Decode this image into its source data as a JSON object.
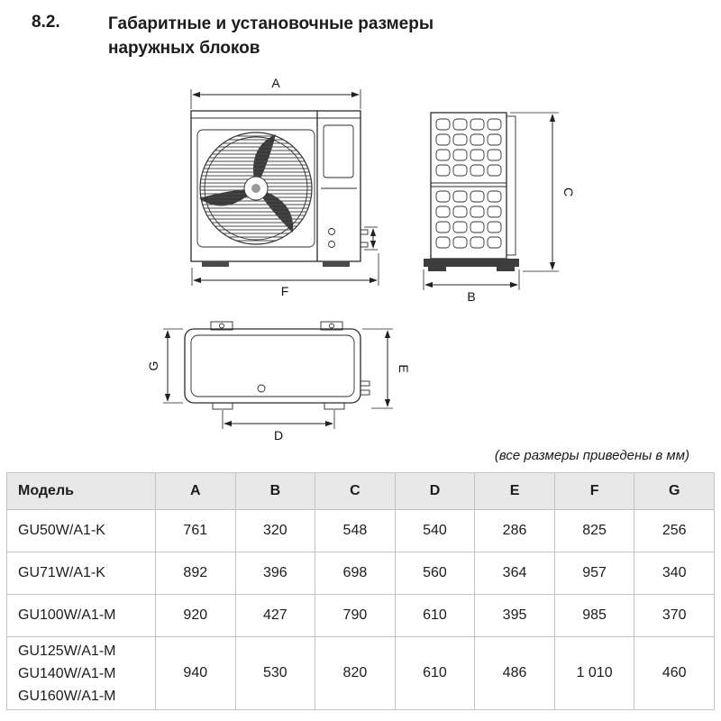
{
  "header": {
    "section_number": "8.2.",
    "title_line1": "Габаритные и установочные размеры",
    "title_line2": "наружных блоков"
  },
  "units_note": "(все размеры приведены в мм)",
  "drawings": {
    "front_view": {
      "dim_top": "A",
      "dim_bottom": "F"
    },
    "side_view": {
      "dim_right": "C",
      "dim_bottom": "B"
    },
    "top_view": {
      "dim_left": "G",
      "dim_right": "E",
      "dim_bottom": "D"
    }
  },
  "table": {
    "headers": [
      "Модель",
      "A",
      "B",
      "C",
      "D",
      "E",
      "F",
      "G"
    ],
    "rows": [
      {
        "model": [
          "GU50W/A1-K"
        ],
        "values": [
          "761",
          "320",
          "548",
          "540",
          "286",
          "825",
          "256"
        ]
      },
      {
        "model": [
          "GU71W/A1-K"
        ],
        "values": [
          "892",
          "396",
          "698",
          "560",
          "364",
          "957",
          "340"
        ]
      },
      {
        "model": [
          "GU100W/A1-M"
        ],
        "values": [
          "920",
          "427",
          "790",
          "610",
          "395",
          "985",
          "370"
        ]
      },
      {
        "model": [
          "GU125W/A1-M",
          "GU140W/A1-M",
          "GU160W/A1-M"
        ],
        "values": [
          "940",
          "530",
          "820",
          "610",
          "486",
          "1 010",
          "460"
        ]
      }
    ]
  }
}
